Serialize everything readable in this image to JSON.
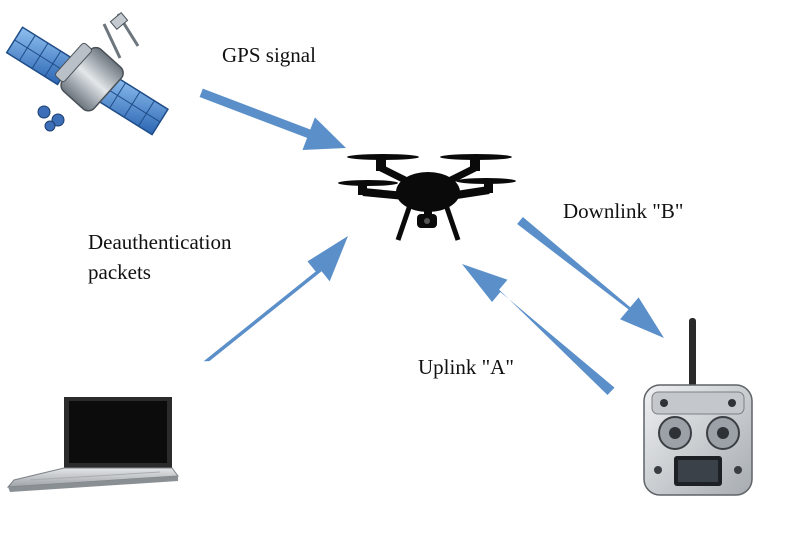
{
  "labels": {
    "gps_signal": "GPS signal",
    "deauth_line1": "Deauthentication",
    "deauth_line2": "packets",
    "downlink": "Downlink \"B\"",
    "uplink": "Uplink \"A\""
  },
  "icons": {
    "satellite": "satellite-icon",
    "drone": "drone-icon",
    "laptop": "laptop-icon",
    "remote_controller": "remote-controller-icon"
  },
  "colors": {
    "arrow": "#5b8fc9",
    "drone": "#0a0a0a",
    "solar_panel": "#3a78c4",
    "satellite_body": "#9aa3ad",
    "laptop_screen": "#0c0c0c",
    "laptop_base": "#c9ccd0",
    "controller_body": "#d9dcdf"
  }
}
